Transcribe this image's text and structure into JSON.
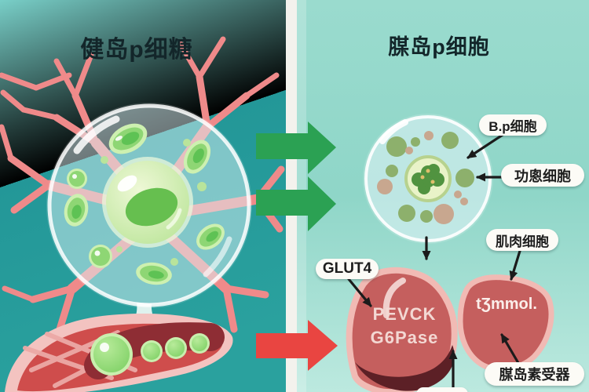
{
  "left_panel": {
    "title": "健岛p细糖"
  },
  "right_panel": {
    "title": "腜岛p细胞",
    "callouts": {
      "bp_cell": "B.p细胞",
      "gong_cell": "功悤细胞",
      "muscle_cell": "肌肉细胞",
      "glut4": "GLUT4",
      "insulin_receptor": "腜岛素受器"
    },
    "organ_text": {
      "line1": "PEVCK",
      "line2": "G6Pase",
      "mmol": "tƷmmol."
    }
  },
  "colors": {
    "left_bg_top": "#73cbc4",
    "left_bg_deep": "#1f9396",
    "right_bg_top": "#9adbce",
    "right_bg_bottom": "#bce9df",
    "divider": "#f3f2ed",
    "vessel_pink": "#ef8a8a",
    "green_arrow": "#2ba153",
    "red_arrow": "#e94541",
    "organ_red": "#c55f5e",
    "organ_rim": "#f2bcb6",
    "organ_shadow": "#5c2026",
    "cell_green": "#8ed674",
    "pill_bg": "#fcfbf6",
    "pill_text": "#1d1d1d",
    "pointer_black": "#1b1b1b"
  }
}
